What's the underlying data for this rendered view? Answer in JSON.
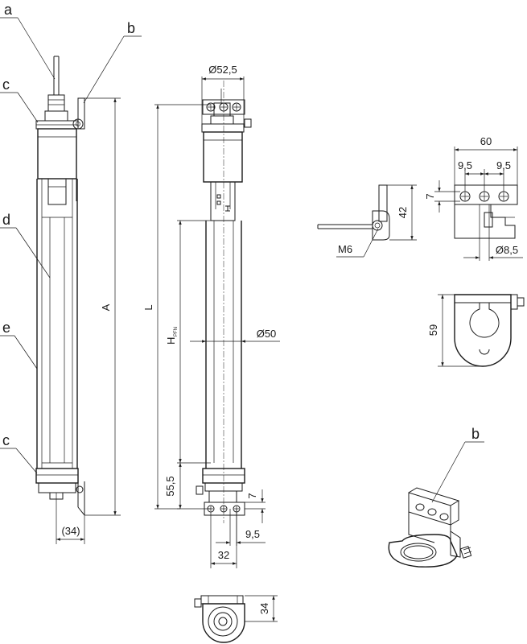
{
  "callouts": {
    "a": "a",
    "b": "b",
    "c": "c",
    "d": "d",
    "e": "e"
  },
  "side_view": {
    "dim_A": "A",
    "dim_34": "(34)"
  },
  "front_view": {
    "dim_diameter_top": "Ø52,5",
    "dim_L": "L",
    "dim_H": "H",
    "dim_H_sub": "PFN",
    "dim_diameter_tube": "Ø50",
    "dim_55_5": "55,5",
    "dim_7": "7",
    "dim_9_5": "9,5",
    "dim_32": "32"
  },
  "bottom_view": {
    "dim_34": "34"
  },
  "bracket_views": {
    "dim_60": "60",
    "dim_9_5_left": "9,5",
    "dim_9_5_right": "9,5",
    "dim_7": "7",
    "dim_42": "42",
    "dim_M6": "M6",
    "dim_diameter_hole": "Ø8,5",
    "dim_59": "59"
  },
  "colors": {
    "line": "#1a1a1a",
    "background": "#ffffff"
  }
}
